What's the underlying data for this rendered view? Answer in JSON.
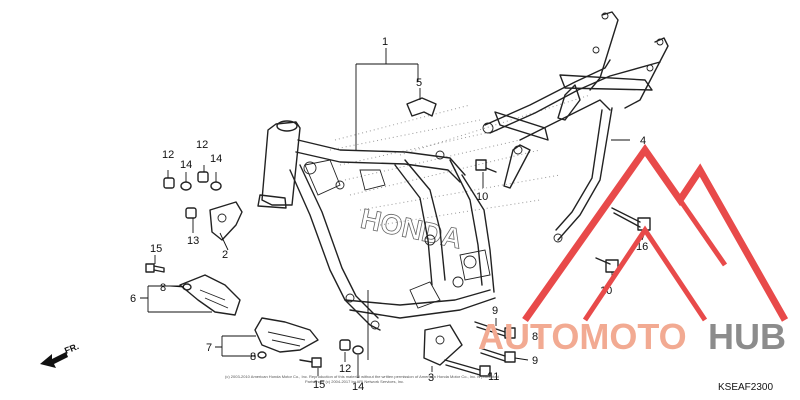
{
  "callouts": {
    "c1": "1",
    "c2": "2",
    "c3": "3",
    "c4": "4",
    "c5": "5",
    "c6": "6",
    "c7": "7",
    "c8a": "8",
    "c8b": "8",
    "c8c": "8",
    "c9a": "9",
    "c9b": "9",
    "c10a": "10",
    "c10b": "10",
    "c11": "11",
    "c12a": "12",
    "c12b": "12",
    "c12c": "12",
    "c13": "13",
    "c14a": "14",
    "c14b": "14",
    "c14c": "14",
    "c15a": "15",
    "c15b": "15",
    "c16": "16"
  },
  "direction_label": "FR.",
  "diagram_code": "KSEAF2300",
  "frame_lettering": "HONDA",
  "copyright_line1": "(c) 2003-2010 American Honda Motor Co., Inc. Reproduction of this material without the written permission of American Honda Motor Co., Inc. is prohibited",
  "copyright_line2": "Partsfinder (c) 2004-2017 by ARI Network Services, Inc.",
  "watermark": {
    "auto_text": "AUTOMOTO",
    "hub_text": "HUB",
    "auto_color": "#f2aa92",
    "hub_color": "#8c8c8c",
    "triangle_color": "#e84a4a"
  }
}
